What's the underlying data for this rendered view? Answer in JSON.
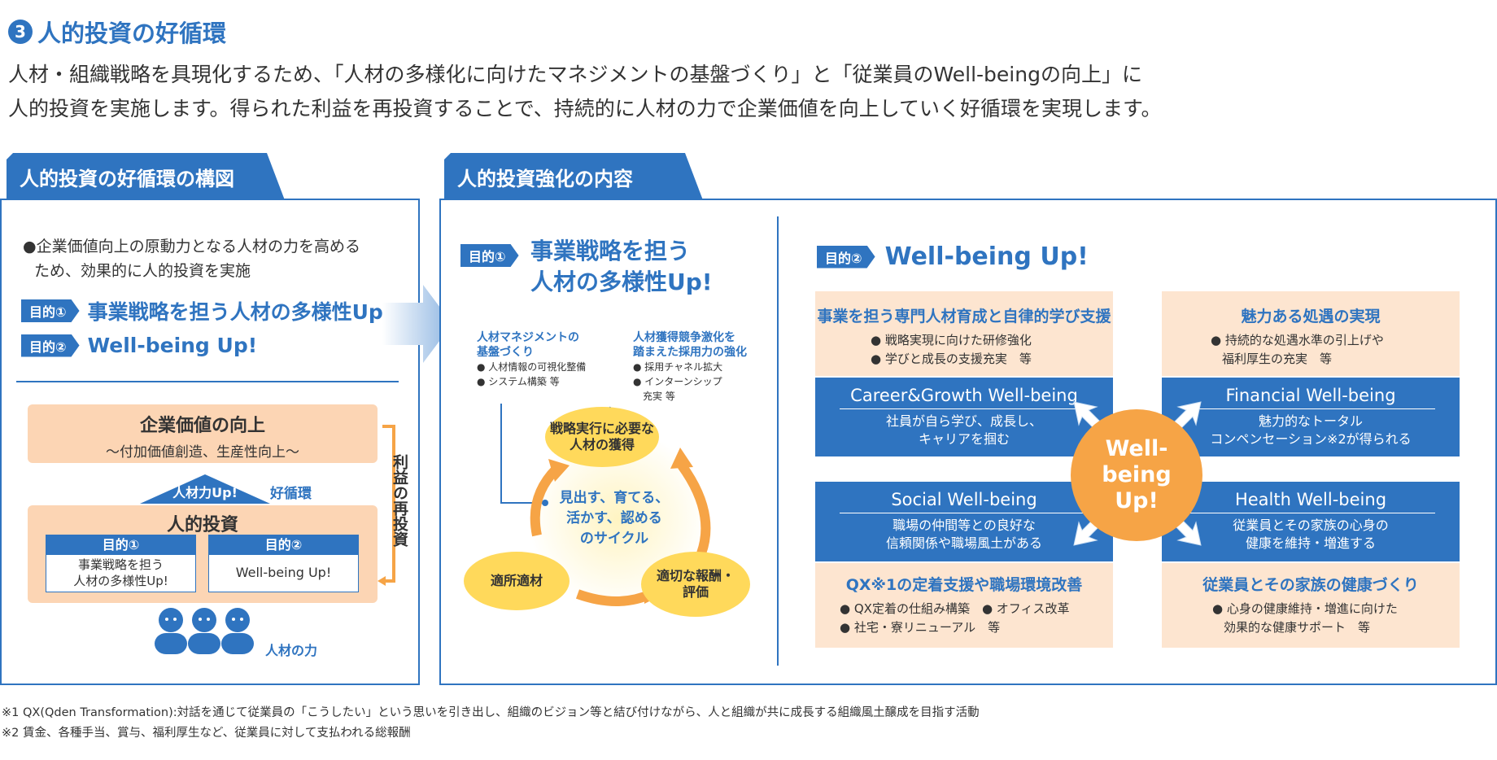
{
  "section": {
    "number": "3",
    "title": "人的投資の好循環"
  },
  "intro": [
    "人材・組織戦略を具現化するため、「人材の多様化に向けたマネジメントの基盤づくり」と「従業員のWell-beingの向上」に",
    "人的投資を実施します。得られた利益を再投資することで、持続的に人材の力で企業価値を向上していく好循環を実現します。"
  ],
  "left": {
    "tab": "人的投資の好循環の構図",
    "bullet": [
      "●企業価値向上の原動力となる人材の力を高める",
      "ため、効果的に人的投資を実施"
    ],
    "goal1_label": "目的①",
    "goal1_text": "事業戦略を担う人材の多様性Up!",
    "goal2_label": "目的②",
    "goal2_text": "Well-being Up!",
    "value_title": "企業価値の向上",
    "value_sub": "～付加価値創造、生産性向上～",
    "arrow_label": "人材力Up!",
    "cycle_label": "好循環",
    "reinvest": "利益の再投資",
    "invest_title": "人的投資",
    "box1_head": "目的①",
    "box1_text": [
      "事業戦略を担う",
      "人材の多様性Up!"
    ],
    "box2_head": "目的②",
    "box2_text": "Well-being Up!",
    "people_label": "人材の力"
  },
  "right": {
    "tab": "人的投資強化の内容",
    "g1_label": "目的①",
    "g1_title": [
      "事業戦略を担う",
      "人材の多様性Up!"
    ],
    "mgmt_title": [
      "人材マネジメントの",
      "基盤づくり"
    ],
    "mgmt_items": [
      "● 人材情報の可視化整備",
      "● システム構築 等"
    ],
    "hire_title": [
      "人材獲得競争激化を",
      "踏まえた採用力の強化"
    ],
    "hire_items": [
      "● 採用チャネル拡大",
      "● インターンシップ",
      "　充実 等"
    ],
    "cycle_top": [
      "戦略実行に必要な",
      "人材の獲得"
    ],
    "cycle_center": [
      "見出す、育てる、",
      "活かす、認める",
      "のサイクル"
    ],
    "cycle_left": "適所適材",
    "cycle_right": [
      "適切な報酬・",
      "評価"
    ],
    "g2_label": "目的②",
    "g2_title": "Well-being Up!",
    "center_circle": [
      "Well-being",
      "Up!"
    ],
    "q1_title": "事業を担う専門人材育成と自律的学び支援",
    "q1_items": [
      "● 戦略実現に向けた研修強化",
      "● 学びと成長の支援充実　等"
    ],
    "q1_head": "Career&Growth Well-being",
    "q1_desc": [
      "社員が自ら学び、成長し、",
      "キャリアを掴む"
    ],
    "q2_title": "魅力ある処遇の実現",
    "q2_items": [
      "● 持続的な処遇水準の引上げや",
      "福利厚生の充実　等"
    ],
    "q2_head": "Financial Well-being",
    "q2_desc": [
      "魅力的なトータル",
      "コンペンセーション※2が得られる"
    ],
    "q3_head": "Social Well-being",
    "q3_desc": [
      "職場の仲間等との良好な",
      "信頼関係や職場風土がある"
    ],
    "q3_title": "QX※1の定着支援や職場環境改善",
    "q3_items": [
      "● QX定着の仕組み構築　● オフィス改革",
      "● 社宅・寮リニューアル　等"
    ],
    "q4_head": "Health Well-being",
    "q4_desc": [
      "従業員とその家族の心身の",
      "健康を維持・増進する"
    ],
    "q4_title": "従業員とその家族の健康づくり",
    "q4_items": [
      "● 心身の健康維持・増進に向けた",
      "効果的な健康サポート　等"
    ]
  },
  "notes": [
    "※1 QX(Qden Transformation):対話を通じて従業員の「こうしたい」という思いを引き出し、組織のビジョン等と結び付けながら、人と組織が共に成長する組織風土醸成を目指す活動",
    "※2 賃金、各種手当、賞与、福利厚生など、従業員に対して支払われる総報酬"
  ],
  "colors": {
    "blue": "#2f74c0",
    "peach": "#fde5d0",
    "orange": "#f6a446"
  }
}
